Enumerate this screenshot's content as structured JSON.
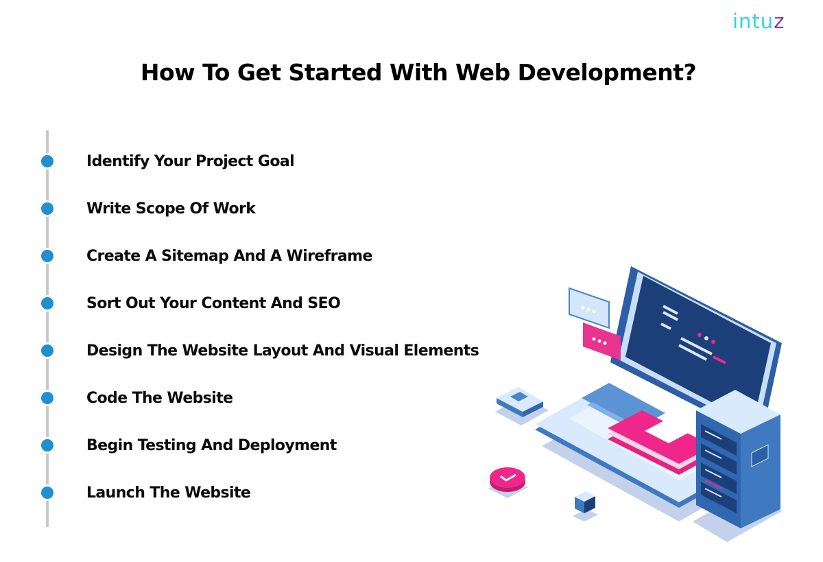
{
  "brand": {
    "logo_main": "intu",
    "logo_accent": "z",
    "primary_color": "#2fd5e0",
    "accent_color": "#7a3fb8"
  },
  "header": {
    "title": "How To Get Started With Web Development?"
  },
  "timeline": {
    "line_color": "#c9c9c9",
    "dot_color": "#1f8fd0",
    "steps": [
      {
        "label": "Identify Your Project Goal"
      },
      {
        "label": "Write Scope Of Work"
      },
      {
        "label": "Create A Sitemap And A Wireframe"
      },
      {
        "label": "Sort Out Your Content And SEO"
      },
      {
        "label": "Design The Website Layout And Visual Elements"
      },
      {
        "label": "Code The Website"
      },
      {
        "label": "Begin Testing And Deployment"
      },
      {
        "label": "Launch The Website"
      }
    ]
  },
  "illustration": {
    "name": "isometric-laptop-server-illustration",
    "colors": {
      "navy": "#1c3f7a",
      "light_blue": "#d6e8fb",
      "mid_blue": "#4a86c8",
      "pink": "#f0278a",
      "shadow": "#b9c9e2"
    }
  }
}
